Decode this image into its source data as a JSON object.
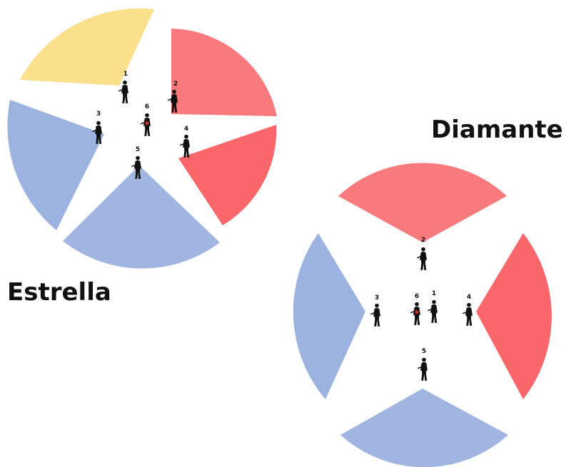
{
  "formations": [
    {
      "name": "Estrella",
      "sectors": [
        {
          "color": "#fbe08c"
        },
        {
          "color": "#f97a7d"
        },
        {
          "color": "#f9676b"
        },
        {
          "color": "#9db3df"
        },
        {
          "color": "#a0b5e0"
        }
      ],
      "soldiers": [
        {
          "label": "1",
          "leader": false
        },
        {
          "label": "2",
          "leader": false
        },
        {
          "label": "3",
          "leader": false
        },
        {
          "label": "4",
          "leader": false
        },
        {
          "label": "5",
          "leader": false
        },
        {
          "label": "6",
          "leader": true
        }
      ]
    },
    {
      "name": "Diamante",
      "sectors": [
        {
          "color": "#f97a7d"
        },
        {
          "color": "#f9676b"
        },
        {
          "color": "#9db3df"
        },
        {
          "color": "#a0b5e0"
        }
      ],
      "soldiers": [
        {
          "label": "2",
          "leader": false
        },
        {
          "label": "3",
          "leader": false
        },
        {
          "label": "6",
          "leader": true
        },
        {
          "label": "1",
          "leader": false
        },
        {
          "label": "4",
          "leader": false
        },
        {
          "label": "5",
          "leader": false
        }
      ]
    }
  ],
  "colors": {
    "soldier": "#111111",
    "leader_mark": "#e0322f"
  }
}
